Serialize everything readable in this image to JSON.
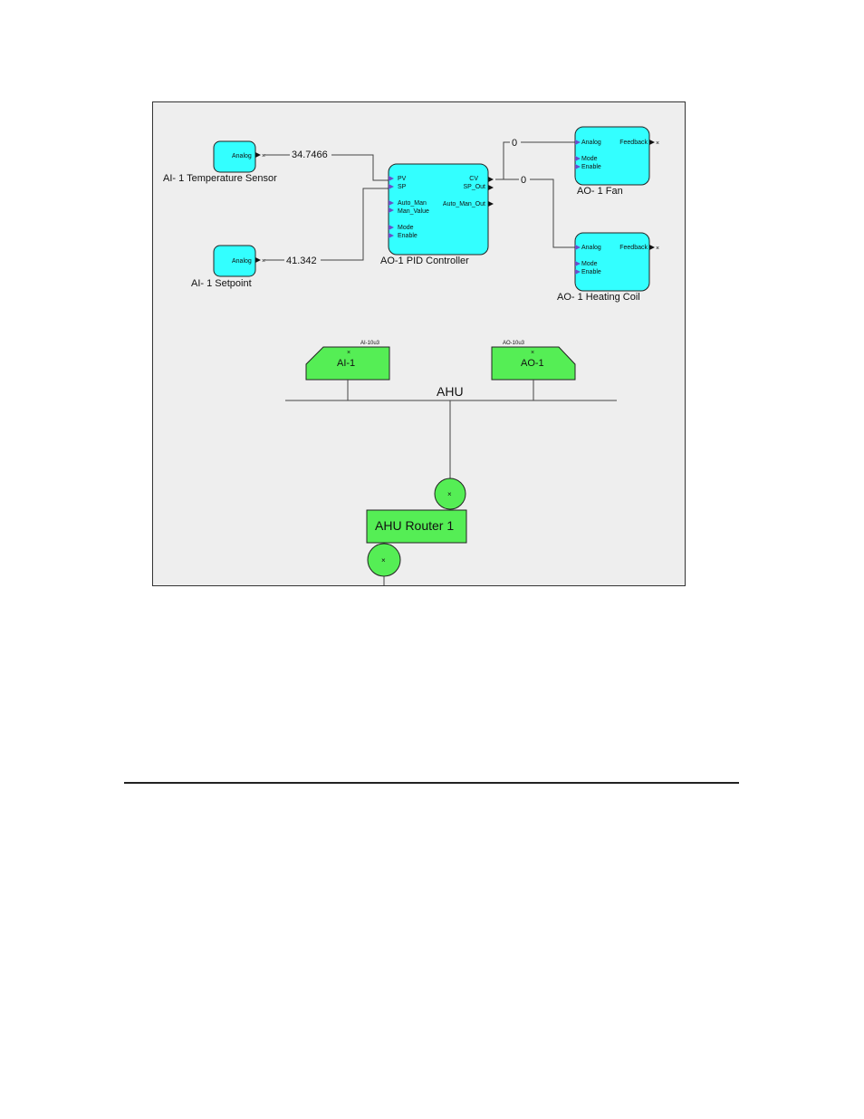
{
  "ai_temp_sensor": {
    "port": "Analog",
    "value": "34.7466",
    "label": "AI- 1 Temperature Sensor"
  },
  "ai_setpoint": {
    "port": "Analog",
    "value": "41.342",
    "label": "AI- 1 Setpoint"
  },
  "pid": {
    "label": "AO-1 PID Controller",
    "inputs": [
      "PV",
      "SP",
      "Auto_Man",
      "Man_Value",
      "Mode",
      "Enable"
    ],
    "outputs": [
      "CV",
      "SP_Out",
      "Auto_Man_Out"
    ]
  },
  "ao_fan": {
    "label": "AO- 1 Fan",
    "value": "0",
    "inputs": [
      "Analog",
      "Mode",
      "Enable"
    ],
    "output": "Feedback"
  },
  "ao_heating": {
    "label": "AO- 1 Heating Coil",
    "value": "0",
    "inputs": [
      "Analog",
      "Mode",
      "Enable"
    ],
    "output": "Feedback"
  },
  "network": {
    "bus_label": "AHU",
    "ai_module": {
      "type": "AI-10u3",
      "name": "AI-1"
    },
    "ao_module": {
      "type": "AO-10u3",
      "name": "AO-1"
    },
    "router_label": "AHU Router  1"
  },
  "colors": {
    "block_fill": "#33ffff",
    "module_fill": "#55ee55",
    "frame_bg": "#eeeeee"
  }
}
